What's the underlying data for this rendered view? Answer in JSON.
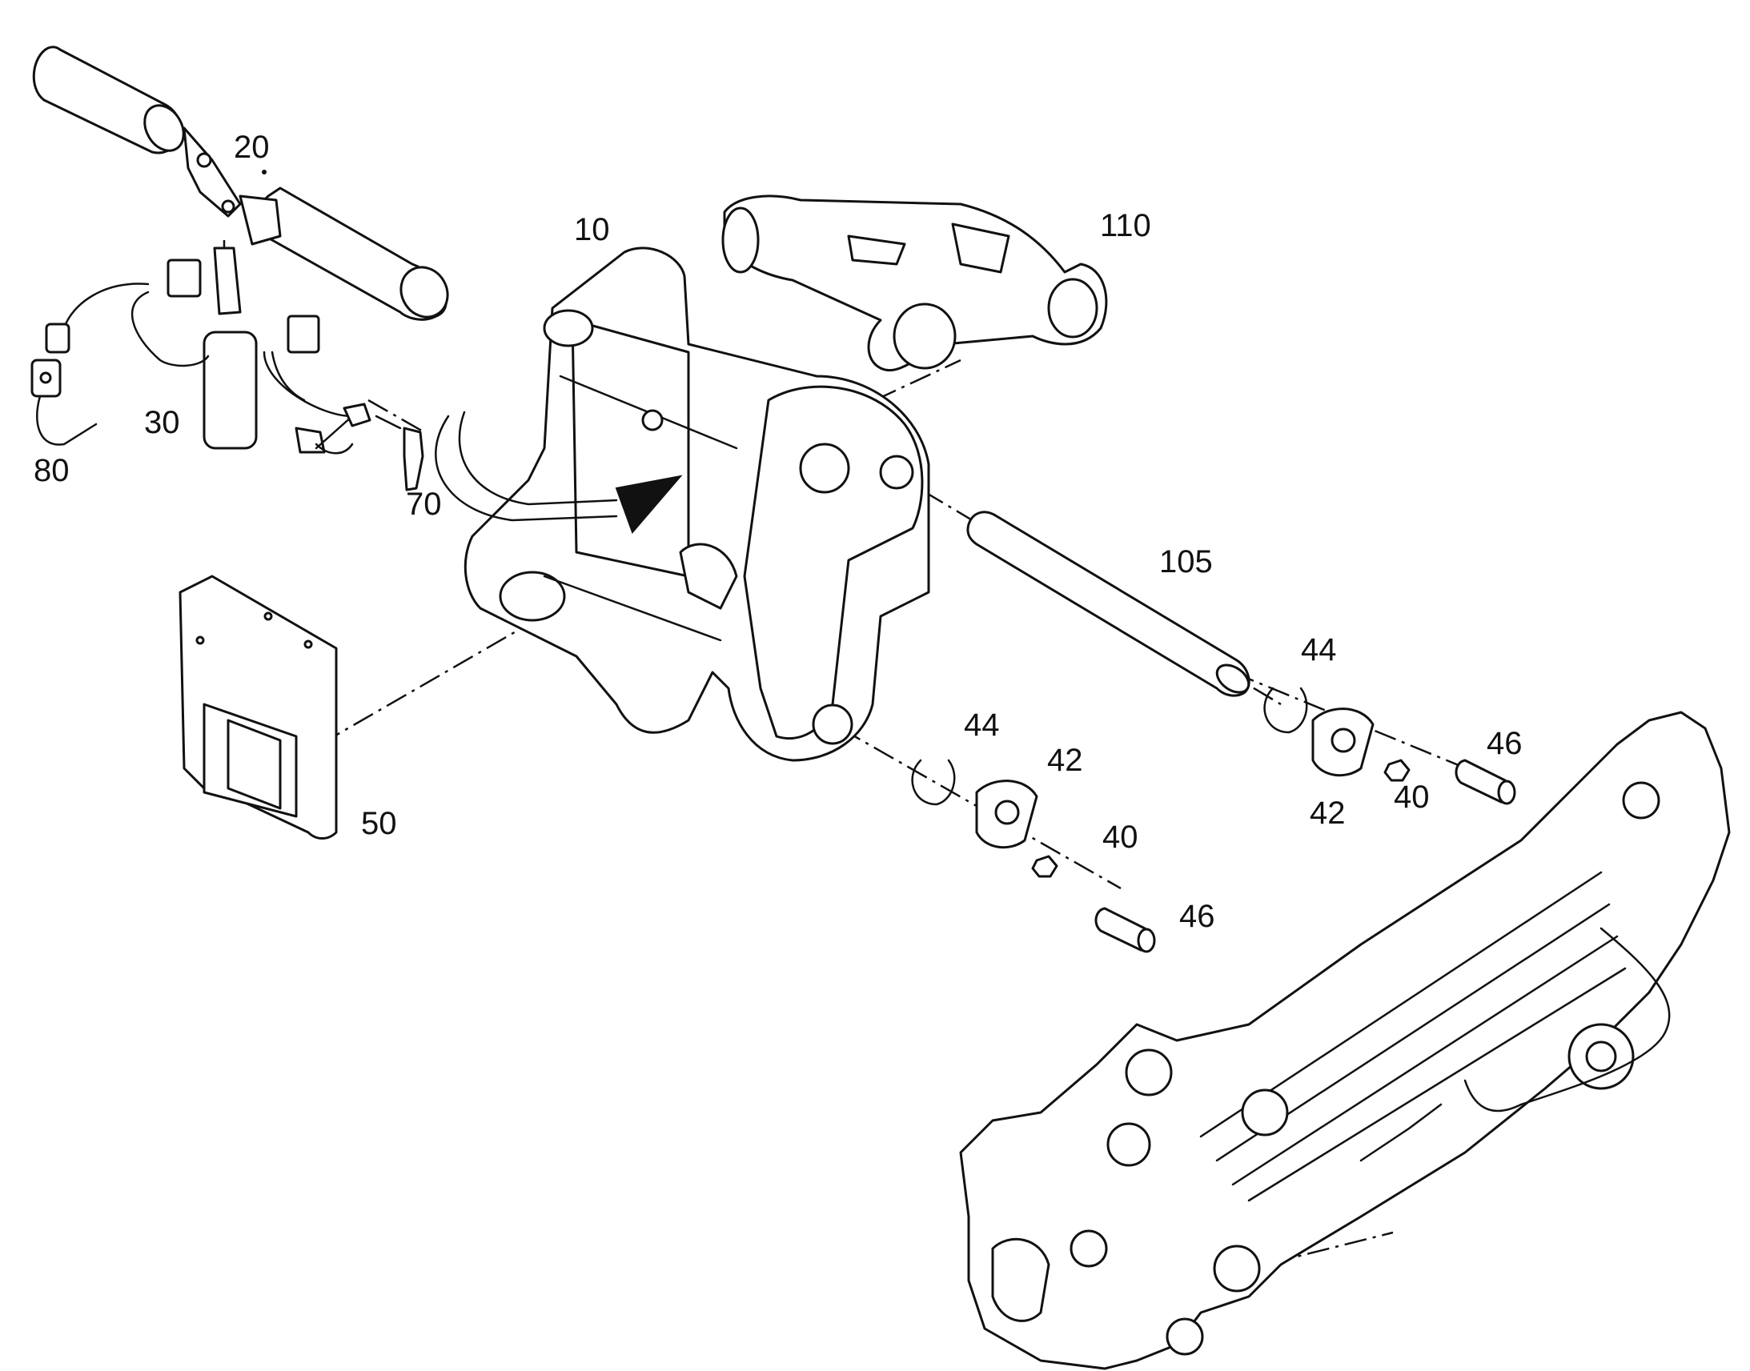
{
  "diagram": {
    "type": "exploded parts view",
    "line_color": "#111111",
    "background": "#ffffff",
    "callouts": [
      {
        "id": "20",
        "text": "20"
      },
      {
        "id": "10",
        "text": "10"
      },
      {
        "id": "110",
        "text": "110"
      },
      {
        "id": "30",
        "text": "30"
      },
      {
        "id": "80",
        "text": "80"
      },
      {
        "id": "70",
        "text": "70"
      },
      {
        "id": "105",
        "text": "105"
      },
      {
        "id": "44a",
        "text": "44"
      },
      {
        "id": "44b",
        "text": "44"
      },
      {
        "id": "42a",
        "text": "42"
      },
      {
        "id": "42b",
        "text": "42"
      },
      {
        "id": "40a",
        "text": "40"
      },
      {
        "id": "40b",
        "text": "40"
      },
      {
        "id": "46a",
        "text": "46"
      },
      {
        "id": "46b",
        "text": "46"
      },
      {
        "id": "50",
        "text": "50"
      }
    ]
  }
}
